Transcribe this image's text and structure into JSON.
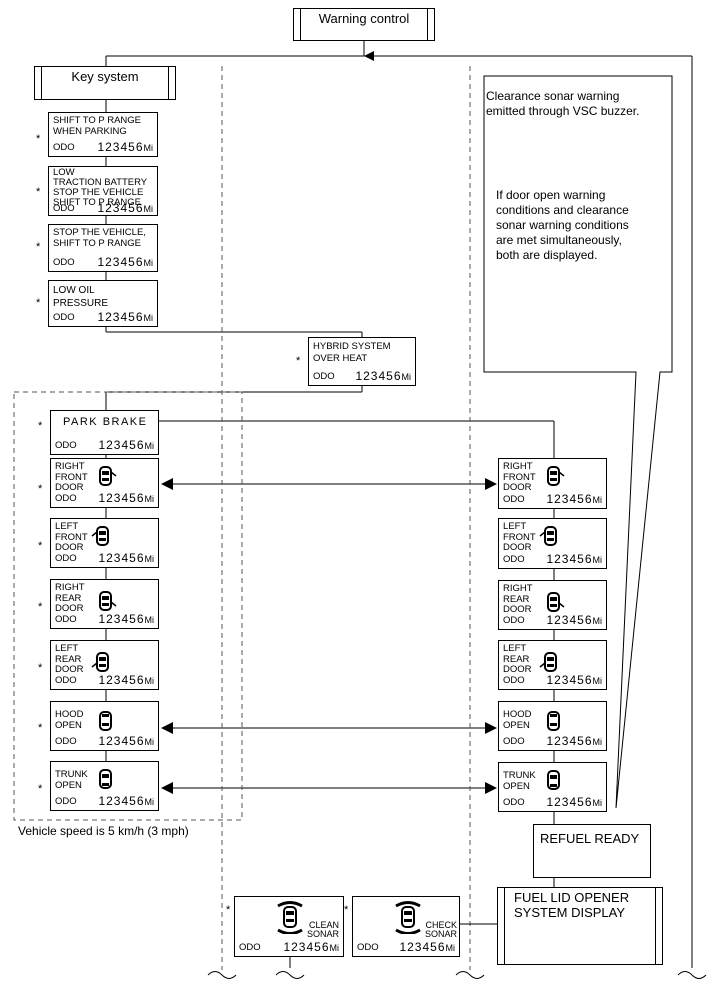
{
  "warning_control": "Warning control",
  "key_system": "Key system",
  "odo_label": "ODO",
  "odo_value": "123456",
  "odo_unit": "Mi",
  "star": "*",
  "messages": {
    "shift_p": "SHIFT TO P RANGE\nWHEN PARKING",
    "low_traction": "LOW\nTRACTION BATTERY\nSTOP THE VEHICLE\nSHIFT TO P RANGE",
    "stop_shift": "STOP THE VEHICLE,\nSHIFT TO P RANGE",
    "low_oil": "LOW OIL\nPRESSURE",
    "hybrid_overheat": "HYBRID SYSTEM\nOVER HEAT",
    "park_brake": "PARK  BRAKE",
    "right_front_door": "RIGHT\nFRONT\nDOOR",
    "left_front_door": "LEFT\nFRONT\nDOOR",
    "right_rear_door": "RIGHT\nREAR\nDOOR",
    "left_rear_door": "LEFT\nREAR\nDOOR",
    "hood_open": "HOOD\nOPEN",
    "trunk_open": "TRUNK\nOPEN",
    "clean_sonar": "CLEAN\nSONAR",
    "check_sonar": "CHECK\nSONAR"
  },
  "notes": {
    "vsc_buzzer": "Clearance sonar warning\nemitted through VSC buzzer.",
    "simultaneous": "If door open warning\nconditions and clearance\nsonar warning conditions\nare met simultaneously,\nboth are displayed."
  },
  "vehicle_speed": "Vehicle speed is 5 km/h (3 mph)",
  "refuel_ready": "REFUEL READY",
  "fuel_lid": "FUEL LID OPENER\nSYSTEM DISPLAY"
}
